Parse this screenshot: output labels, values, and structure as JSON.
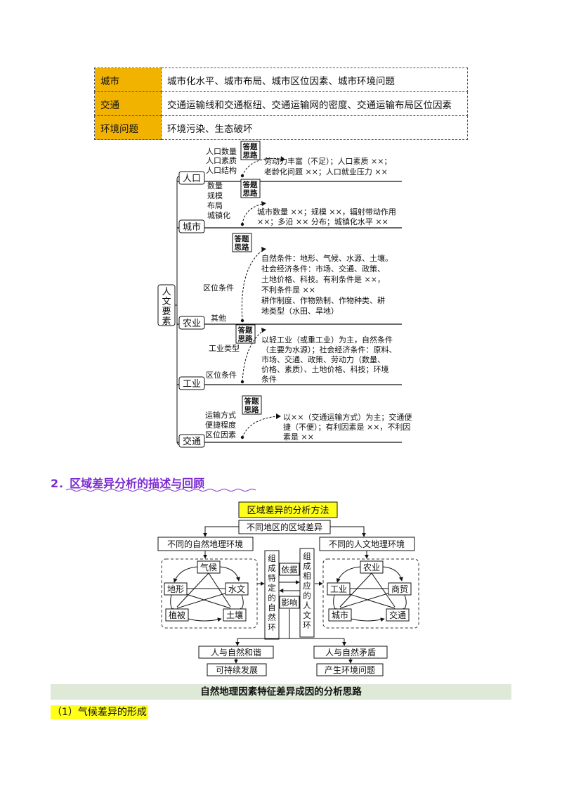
{
  "table": {
    "rows": [
      {
        "key": "城市",
        "value": "城市化水平、城市布局、城市区位因素、城市环境问题"
      },
      {
        "key": "交通",
        "value": "交通运输线和交通枢纽、交通运输网的密度、交通运输布局区位因素"
      },
      {
        "key": "环境问题",
        "value": "环境污染、生态破坏"
      }
    ]
  },
  "mindmap": {
    "root": "人文要素",
    "answer_tag_line1": "答题",
    "answer_tag_line2": "思路",
    "branches": [
      {
        "label": "人口",
        "factors": [
          "人口数量",
          "人口素质",
          "人口结构"
        ],
        "answer": [
          "劳动力丰富（不足）；人口素质 ××；",
          "老龄化问题 ××；人口就业压力 ××"
        ]
      },
      {
        "label": "城市",
        "factors": [
          "数量",
          "规模",
          "布局",
          "城镇化"
        ],
        "answer": [
          "城市数量 ××；规模 ××，辐射带动作用",
          "××；多沿 ×× 分布；城镇化水平 ××"
        ]
      },
      {
        "label": "农业",
        "factors": [
          "区位条件",
          "其他"
        ],
        "answer": [
          "自然条件：地形、气候、水源、土壤。",
          "社会经济条件：市场、交通、政策、",
          "土地价格、科技。有利条件是 ××，",
          "不利条件是 ××",
          "耕作制度、作物熟制、作物种类、耕",
          "地类型（水田、旱地）"
        ]
      },
      {
        "label": "工业",
        "factors": [
          "工业类型",
          "区位条件"
        ],
        "answer": [
          "以轻工业（或重工业）为主，自然条件",
          "（主要为水源）；社会经济条件：原料、",
          "市场、交通、政策、劳动力（数量、",
          "价格、素质）、土地价格、科技；环境",
          "条件"
        ]
      },
      {
        "label": "交通",
        "factors": [
          "运输方式",
          "便捷程度",
          "区位因素"
        ],
        "answer": [
          "以××（交通运输方式）为主；交通便",
          "捷（不便）；有利因素是 ××，不利因",
          "素是 ××"
        ]
      }
    ]
  },
  "section2": {
    "number": "2．",
    "title": "区域差异分析的描述与回顾"
  },
  "diagram": {
    "title": "区域差异的分析方法",
    "top": "不同地区的区域差异",
    "left_env": "不同的自然地理环境",
    "right_env": "不同的人文地理环境",
    "natural": {
      "climate": "气候",
      "terrain": "地形",
      "hydrology": "水文",
      "vegetation": "植被",
      "soil": "土壤"
    },
    "human": {
      "agriculture": "农业",
      "industry": "工业",
      "commerce": "商贸",
      "city": "城市",
      "transport": "交通"
    },
    "col_natural": "组成特定的自然环境",
    "col_human": "组成相应的人文环境",
    "basis": "依据",
    "influence": "影响",
    "outcomes": {
      "harmony": "人与自然和谐",
      "sustainable": "可持续发展",
      "conflict": "人与自然矛盾",
      "problems": "产生环境问题"
    }
  },
  "band_title": "自然地理因素特征差异成因的分析思路",
  "subsection": "（1）气候差异的形成"
}
